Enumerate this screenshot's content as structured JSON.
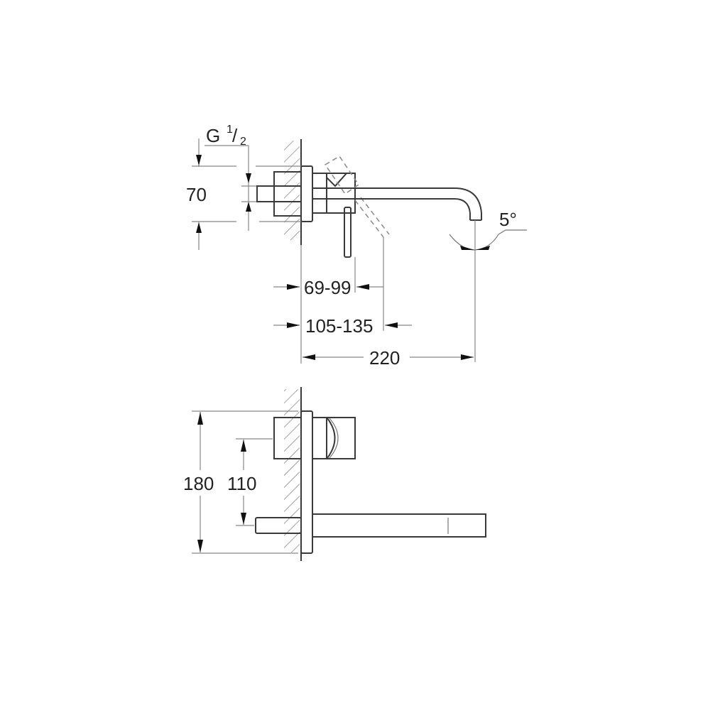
{
  "drawing": {
    "subject": "wall-mounted single-lever basin mixer, 2-hole",
    "side_view": {
      "thread_label": "G",
      "thread_fraction_num": "1",
      "thread_fraction_den": "2",
      "height_offset": "70",
      "lever_projection": "69-99",
      "lever_max_projection": "105-135",
      "spout_reach": "220",
      "spout_angle": "5°"
    },
    "front_view": {
      "overall_height": "180",
      "centre_distance": "110"
    }
  }
}
